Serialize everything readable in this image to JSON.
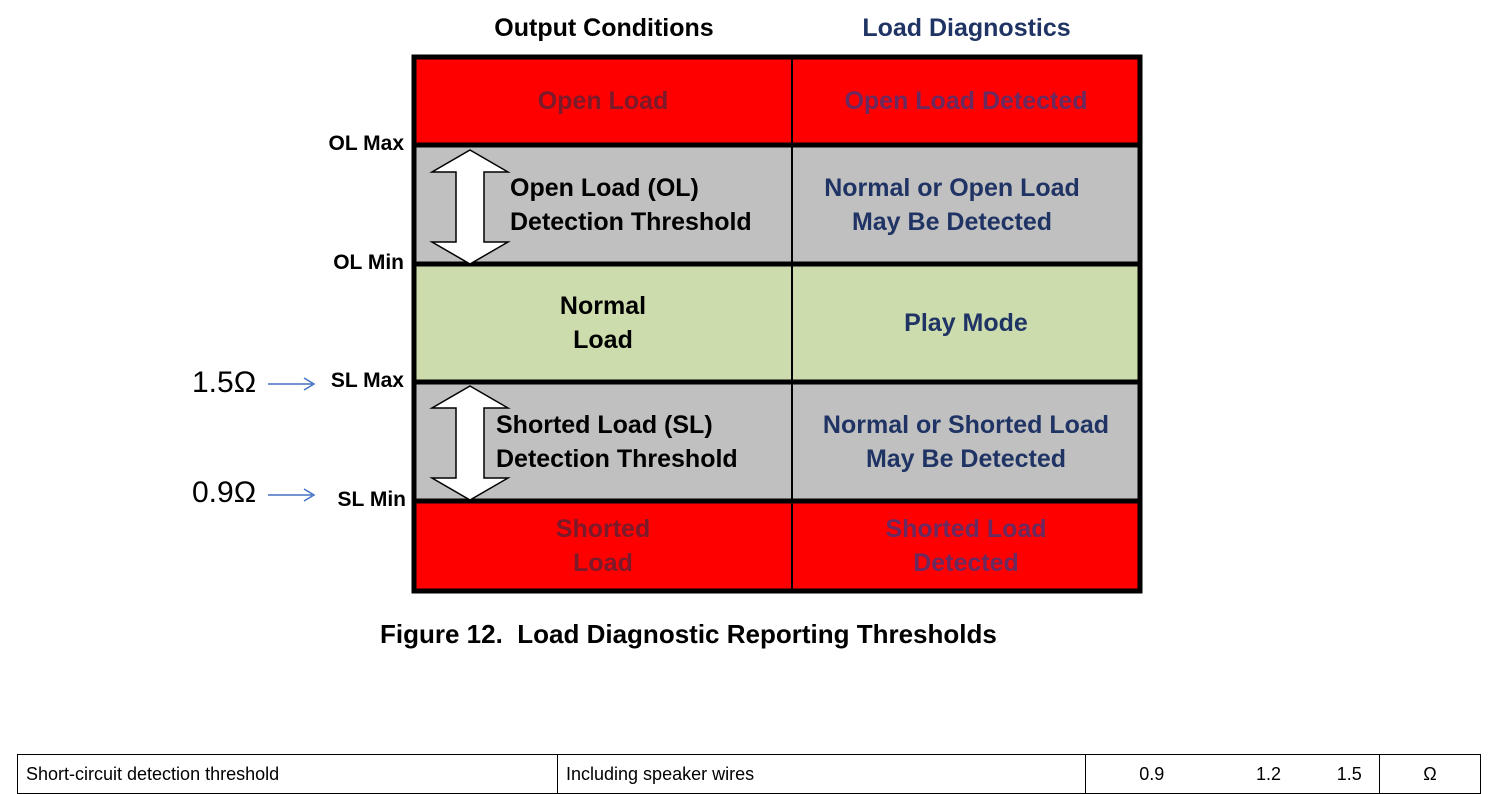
{
  "headers": {
    "left": "Output Conditions",
    "right": "Load Diagnostics"
  },
  "rows": [
    {
      "condition": "Open Load",
      "diagnostic": "Open Load Detected",
      "fill": "#ff0000"
    },
    {
      "condition": "Open Load (OL)\nDetection Threshold",
      "diagnostic": "Normal or Open Load\nMay Be Detected",
      "fill": "#c0c0c0"
    },
    {
      "condition": "Normal\nLoad",
      "diagnostic": "Play Mode",
      "fill": "#cddcac"
    },
    {
      "condition": "Shorted Load (SL)\nDetection Threshold",
      "diagnostic": "Normal or Shorted Load\nMay Be Detected",
      "fill": "#c0c0c0"
    },
    {
      "condition": "Shorted\nLoad",
      "diagnostic": "Shorted Load\nDetected",
      "fill": "#ff0000"
    }
  ],
  "boundaries": {
    "ol_max": "OL Max",
    "ol_min": "OL Min",
    "sl_max": "SL Max",
    "sl_min": "SL Min"
  },
  "annotations": {
    "sl_max_value": "1.5Ω",
    "sl_min_value": "0.9Ω"
  },
  "caption": "Figure 12.  Load Diagnostic Reporting Thresholds",
  "spec_row": {
    "parameter": "Short-circuit detection threshold",
    "condition": "Including speaker wires",
    "min": "0.9",
    "typ": "1.2",
    "max": "1.5",
    "unit": "Ω"
  }
}
